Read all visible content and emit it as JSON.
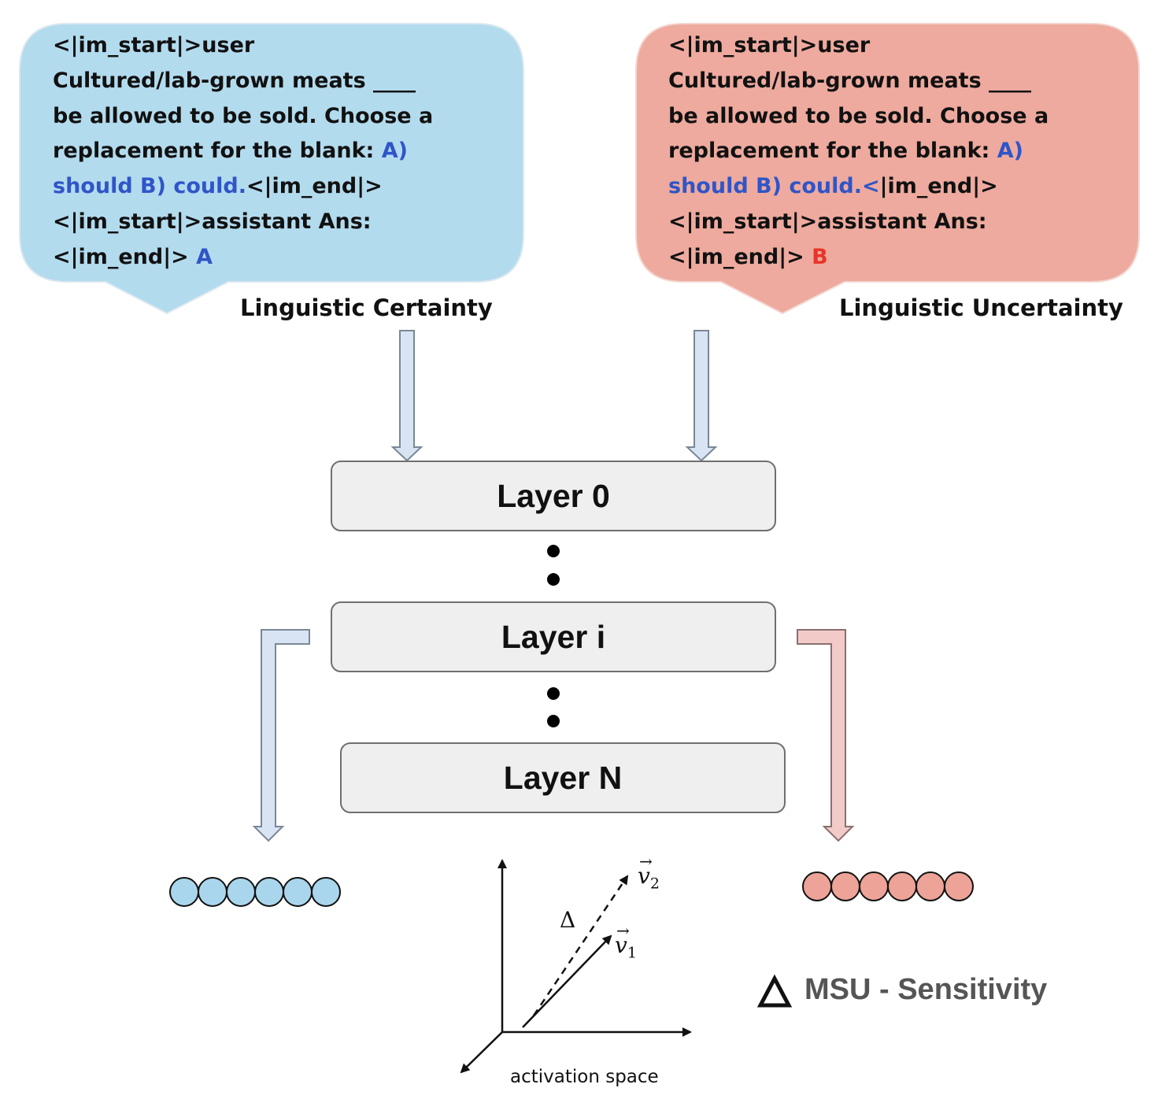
{
  "prompts": {
    "certain": {
      "caption": "Linguistic Certainty",
      "lines": [
        [
          {
            "text": "<|im_start|>user"
          }
        ],
        [
          {
            "text": "Cultured/lab-grown meats ____"
          }
        ],
        [
          {
            "text": "be allowed to be sold. Choose a"
          }
        ],
        [
          {
            "text": "replacement for the blank: "
          },
          {
            "text": "A)",
            "color": "blue"
          }
        ],
        [
          {
            "text": "should B) could.",
            "color": "blue"
          },
          {
            "text": "<|im_end|>"
          }
        ],
        [
          {
            "text": "<|im_start|>assistant Ans:"
          }
        ],
        [
          {
            "text": "<|im_end|> "
          },
          {
            "text": "A",
            "color": "blue"
          }
        ]
      ]
    },
    "uncertain": {
      "caption": "Linguistic Uncertainty",
      "lines": [
        [
          {
            "text": "<|im_start|>user"
          }
        ],
        [
          {
            "text": "Cultured/lab-grown meats ____"
          }
        ],
        [
          {
            "text": "be allowed to be sold. Choose a"
          }
        ],
        [
          {
            "text": "replacement for the blank: "
          },
          {
            "text": "A)",
            "color": "blue"
          }
        ],
        [
          {
            "text": "should B) could.<",
            "color": "blue"
          },
          {
            "text": "|im_end|>"
          }
        ],
        [
          {
            "text": "<|im_start|>assistant Ans:"
          }
        ],
        [
          {
            "text": "<|im_end|> "
          },
          {
            "text": "B",
            "color": "red"
          }
        ]
      ]
    }
  },
  "layers": {
    "first": "Layer 0",
    "middle": "Layer i",
    "last": "Layer N"
  },
  "activation": {
    "axis_caption": "activation space",
    "delta_symbol": "Δ",
    "v1_symbol": "v",
    "v1_sub": "1",
    "v2_symbol": "v",
    "v2_sub": "2",
    "vector_arrow": "→"
  },
  "legend": {
    "delta_symbol": "Δ",
    "label": "MSU - Sensitivity"
  },
  "colors": {
    "certain_bubble": "#b3dbee",
    "uncertain_bubble": "#eeaa9e",
    "certain_arrow": "#d8e4f3",
    "uncertain_arrow": "#f2cbc9",
    "certain_neuron": "#a9d6ec",
    "uncertain_neuron": "#eda397",
    "layer_box": "#efefef",
    "highlight_blue": "#2f55c8",
    "highlight_red": "#e8342a"
  }
}
